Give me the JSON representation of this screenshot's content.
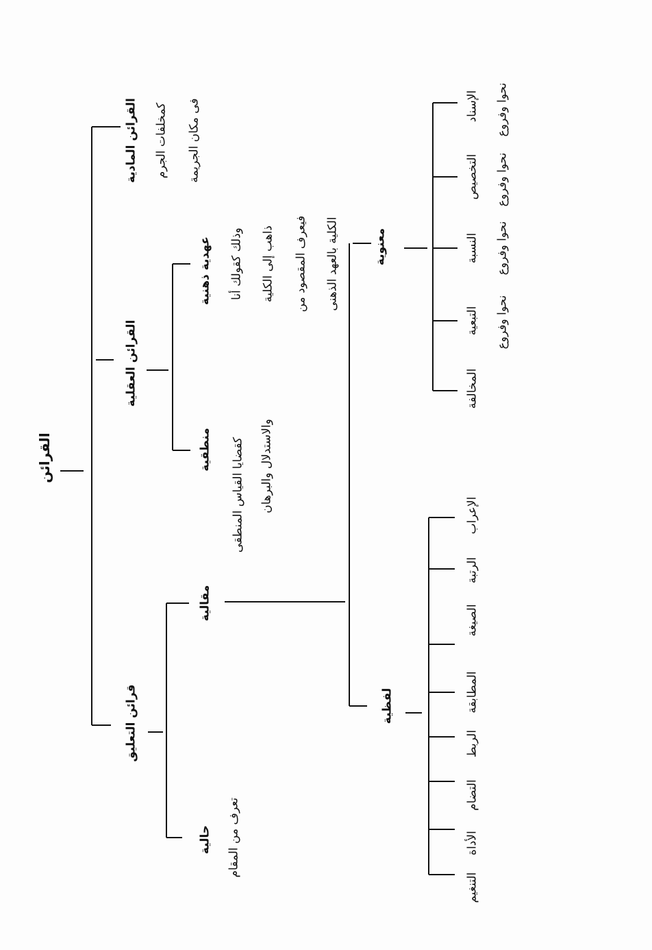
{
  "root": "القرائن",
  "material": {
    "title": "القرائن المادية",
    "lines": [
      "كمخلفات  الجرم",
      "فى مكان الجريمة"
    ]
  },
  "rational": {
    "title": "القرائن العقلية",
    "covenantal": {
      "title": "عهدية ذهنية",
      "lines": [
        "وذلك  كقولك  أنا",
        "ذاهب  إلى  الكلية",
        "فيعرف المقصود من",
        "الكلية بالعهد الذهنى"
      ]
    },
    "logical": {
      "title": "منطقية",
      "lines": [
        "كقضايا القياس المنطقى",
        "والاستدلال والبرهان"
      ]
    }
  },
  "linking": {
    "title": "قرائن التعليق",
    "verbal": {
      "title": "مقالية",
      "semantic": {
        "title": "معنوية",
        "items": [
          {
            "label": "الإسناد",
            "note": "نحوا وفروع"
          },
          {
            "label": "التخصيص",
            "note": "نحوا وفروع"
          },
          {
            "label": "النسبة",
            "note": "نحوا وفروع"
          },
          {
            "label": "التبعية",
            "note": "نحوا وفروع"
          },
          {
            "label": "المخالفة"
          }
        ]
      },
      "lexical": {
        "title": "لفظية",
        "items": [
          "الإعراب",
          "الرتبة",
          "الصيغة",
          "المطابقة",
          "الربط",
          "التضام",
          "الأداة",
          "التنغيم"
        ]
      }
    },
    "situational": {
      "title": "حالية",
      "note": "تعرف من المقام"
    }
  }
}
